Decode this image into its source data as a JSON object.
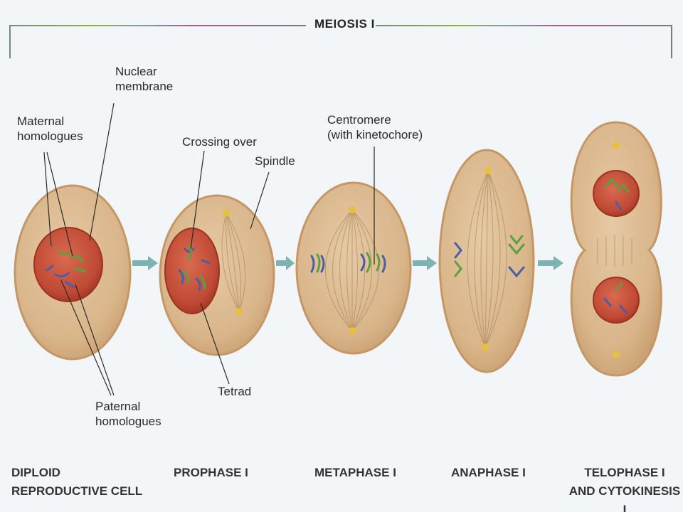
{
  "diagram": {
    "title": "MEIOSIS I",
    "labels": {
      "nuclear_membrane": "Nuclear\nmembrane",
      "maternal_homologues": "Maternal\nhomologues",
      "crossing_over": "Crossing over",
      "spindle": "Spindle",
      "centromere": "Centromere\n(with kinetochore)",
      "tetrad": "Tetrad",
      "paternal_homologues": "Paternal\nhomologues"
    },
    "stages": [
      {
        "name": "DIPLOID\nREPRODUCTIVE CELL"
      },
      {
        "name": "PROPHASE I"
      },
      {
        "name": "METAPHASE I"
      },
      {
        "name": "ANAPHASE I"
      },
      {
        "name": "TELOPHASE I\nAND CYTOKINESIS I"
      }
    ],
    "colors": {
      "cell_fill": "#d9b58a",
      "cell_edge": "#c59766",
      "nucleus": "#c85540",
      "spindle": "#9c7a52",
      "centrosome": "#e8c13a",
      "arrow": "#7fb3b3",
      "maternal": "#5aa040",
      "paternal": "#4a5da8",
      "bracket": "#7a7a7a",
      "bracket_tint_left": "#8fb04a",
      "bracket_tint_right": "#a06090"
    }
  }
}
